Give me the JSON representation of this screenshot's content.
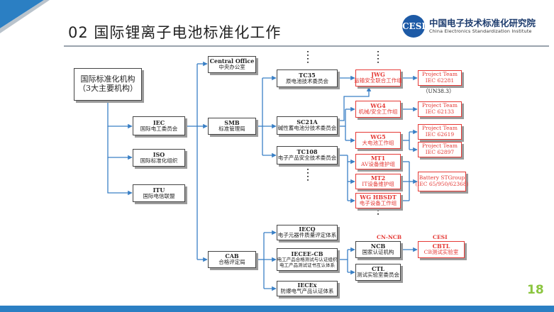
{
  "header": {
    "title": "02 国际锂离子电池标准化工作",
    "logo_cn": "中国电子技术标准化研究院",
    "logo_en": "China Electronics Standardization Institute",
    "logo_badge": "CESI"
  },
  "org": {
    "root": {
      "line1": "国际标准化机构",
      "line2": "（3大主要机构）"
    },
    "iec": {
      "t": "IEC",
      "s": "国际电工委员会"
    },
    "iso": {
      "t": "ISO",
      "s": "国际标准化组织"
    },
    "itu": {
      "t": "ITU",
      "s": "国际电信联盟"
    },
    "central_office": {
      "t": "Central Office",
      "s": "中央办公室"
    },
    "smb": {
      "t": "SMB",
      "s": "标准管理局"
    },
    "cab": {
      "t": "CAB",
      "s": "合格评定局"
    },
    "tc35": {
      "t": "TC35",
      "s": "原电池技术委员会"
    },
    "sc21a": {
      "t": "SC21A",
      "s": "碱性蓄电池分技术委员会"
    },
    "tc108": {
      "t": "TC108",
      "s": "电子产品安全技术委员会"
    },
    "jwg": {
      "t": "JWG",
      "s": "运输安全联合工作组"
    },
    "wg4": {
      "t": "WG4",
      "s": "机械/安全工作组"
    },
    "wg5": {
      "t": "WG5",
      "s": "大电池工作组"
    },
    "mt1": {
      "t": "MT1",
      "s": "AV设备维护组"
    },
    "mt2": {
      "t": "MT2",
      "s": "IT设备维护组"
    },
    "wghbsdt": {
      "t": "WG HBSDT",
      "s": "电子设备工作组"
    },
    "pt_62281": {
      "t": "Project Team",
      "s": "IEC 62281"
    },
    "un383": "（UN38.3）",
    "pt_62133": {
      "t": "Project Team",
      "s": "IEC 62133"
    },
    "pt_62619": {
      "t": "Project Team",
      "s": "IEC 62619"
    },
    "pt_62897": {
      "t": "Project Team",
      "s": "IEC 62897"
    },
    "battery_st": {
      "t": "Battery STGroup",
      "s": "(IEC 65/950/62368)"
    },
    "iecq": {
      "t": "IECQ",
      "s": "电子元器件质量评定体系"
    },
    "ieceecb": {
      "t": "IECEE-CB",
      "s": "电工产品合格测试与认证组织",
      "s2": "电工产品测试证书互认体系"
    },
    "iecex": {
      "t": "IECEx",
      "s": "防爆电气产品认证体系"
    },
    "ncb": {
      "t": "NCB",
      "s": "国家认证机构"
    },
    "ctl": {
      "t": "CTL",
      "s": "测试实验室委员会"
    },
    "cbtl": {
      "t": "CBTL",
      "s": "CB测试实验室"
    },
    "cn_ncb": "CN-NCB",
    "cesi_label": "CESI"
  },
  "page_number": "18",
  "colors": {
    "accent_blue": "#2b7fc3",
    "connector": "#3a80c5",
    "red": "#e53935",
    "page_green": "#8bc53f"
  }
}
